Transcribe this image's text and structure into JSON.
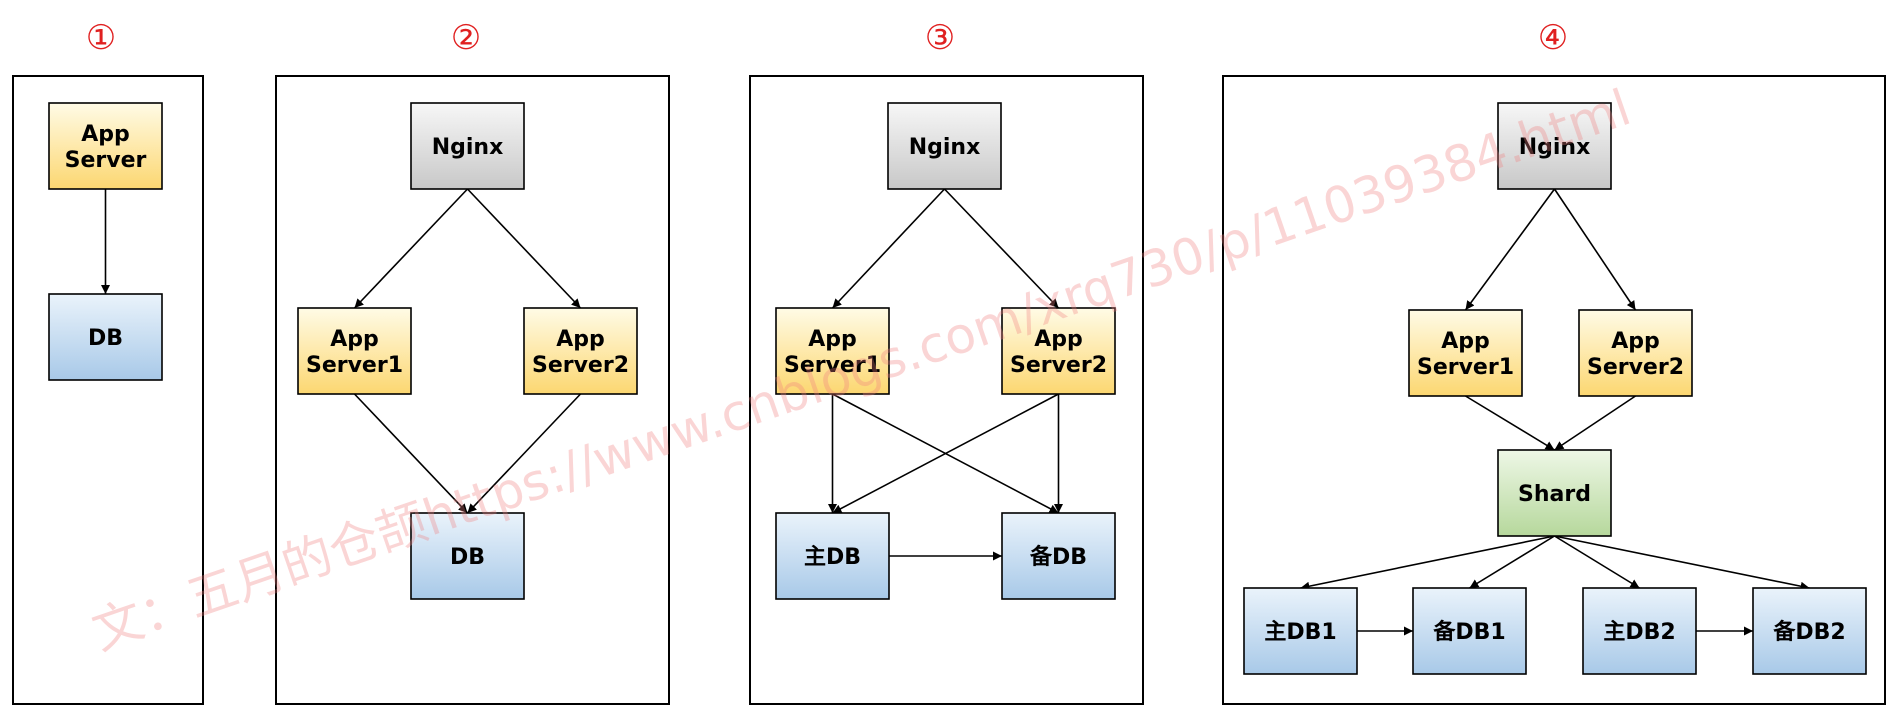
{
  "colors": {
    "app": [
      "#fffbe6",
      "#fcd771"
    ],
    "db": [
      "#eaf3fb",
      "#a8c9e8"
    ],
    "nginx": [
      "#f7f7f7",
      "#c8c8c8"
    ],
    "shard": [
      "#eef7e6",
      "#b6d89c"
    ],
    "number": "#e02020",
    "watermark": "#f08080"
  },
  "panels": [
    {
      "number": "①",
      "nodes": [
        {
          "id": "app",
          "label": [
            "App",
            "Server"
          ],
          "style": "app"
        },
        {
          "id": "db",
          "label": [
            "DB"
          ],
          "style": "db"
        }
      ],
      "edges": [
        [
          "app",
          "db"
        ]
      ]
    },
    {
      "number": "②",
      "nodes": [
        {
          "id": "nginx",
          "label": [
            "Nginx"
          ],
          "style": "nginx"
        },
        {
          "id": "app1",
          "label": [
            "App",
            "Server1"
          ],
          "style": "app"
        },
        {
          "id": "app2",
          "label": [
            "App",
            "Server2"
          ],
          "style": "app"
        },
        {
          "id": "db",
          "label": [
            "DB"
          ],
          "style": "db"
        }
      ],
      "edges": [
        [
          "nginx",
          "app1"
        ],
        [
          "nginx",
          "app2"
        ],
        [
          "app1",
          "db"
        ],
        [
          "app2",
          "db"
        ]
      ]
    },
    {
      "number": "③",
      "nodes": [
        {
          "id": "nginx",
          "label": [
            "Nginx"
          ],
          "style": "nginx"
        },
        {
          "id": "app1",
          "label": [
            "App",
            "Server1"
          ],
          "style": "app"
        },
        {
          "id": "app2",
          "label": [
            "App",
            "Server2"
          ],
          "style": "app"
        },
        {
          "id": "master",
          "label": [
            "主DB"
          ],
          "style": "db"
        },
        {
          "id": "backup",
          "label": [
            "备DB"
          ],
          "style": "db"
        }
      ],
      "edges": [
        [
          "nginx",
          "app1"
        ],
        [
          "nginx",
          "app2"
        ],
        [
          "app1",
          "master"
        ],
        [
          "app1",
          "backup"
        ],
        [
          "app2",
          "master"
        ],
        [
          "app2",
          "backup"
        ],
        [
          "master",
          "backup"
        ]
      ]
    },
    {
      "number": "④",
      "nodes": [
        {
          "id": "nginx",
          "label": [
            "Nginx"
          ],
          "style": "nginx"
        },
        {
          "id": "app1",
          "label": [
            "App",
            "Server1"
          ],
          "style": "app"
        },
        {
          "id": "app2",
          "label": [
            "App",
            "Server2"
          ],
          "style": "app"
        },
        {
          "id": "shard",
          "label": [
            "Shard"
          ],
          "style": "shard"
        },
        {
          "id": "m1",
          "label": [
            "主DB1"
          ],
          "style": "db"
        },
        {
          "id": "b1",
          "label": [
            "备DB1"
          ],
          "style": "db"
        },
        {
          "id": "m2",
          "label": [
            "主DB2"
          ],
          "style": "db"
        },
        {
          "id": "b2",
          "label": [
            "备DB2"
          ],
          "style": "db"
        }
      ],
      "edges": [
        [
          "nginx",
          "app1"
        ],
        [
          "nginx",
          "app2"
        ],
        [
          "app1",
          "shard"
        ],
        [
          "app2",
          "shard"
        ],
        [
          "shard",
          "m1"
        ],
        [
          "shard",
          "b1"
        ],
        [
          "shard",
          "m2"
        ],
        [
          "shard",
          "b2"
        ],
        [
          "m1",
          "b1"
        ],
        [
          "m2",
          "b2"
        ]
      ]
    }
  ],
  "watermark": "文：五月的仓颉https://www.cnblogs.com/xrq730/p/11039384.html"
}
